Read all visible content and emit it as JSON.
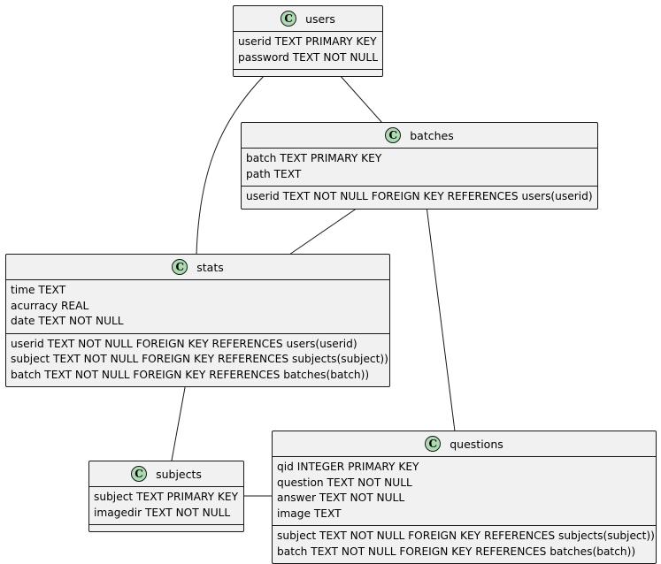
{
  "diagram": {
    "classes": {
      "users": {
        "name": "users",
        "badge": "C",
        "fields": [
          "userid TEXT PRIMARY KEY",
          "password TEXT NOT NULL"
        ],
        "foreign_keys": []
      },
      "batches": {
        "name": "batches",
        "badge": "C",
        "fields": [
          "batch TEXT PRIMARY KEY",
          "path TEXT"
        ],
        "foreign_keys": [
          "userid TEXT NOT NULL FOREIGN KEY REFERENCES users(userid)"
        ]
      },
      "stats": {
        "name": "stats",
        "badge": "C",
        "fields": [
          "time TEXT",
          "acurracy REAL",
          "date TEXT NOT NULL"
        ],
        "foreign_keys": [
          "userid TEXT NOT NULL FOREIGN KEY REFERENCES users(userid)",
          "subject TEXT NOT NULL FOREIGN KEY REFERENCES subjects(subject))",
          "batch TEXT NOT NULL FOREIGN KEY REFERENCES batches(batch))"
        ]
      },
      "subjects": {
        "name": "subjects",
        "badge": "C",
        "fields": [
          "subject TEXT PRIMARY KEY",
          "imagedir TEXT NOT NULL"
        ],
        "foreign_keys": []
      },
      "questions": {
        "name": "questions",
        "badge": "C",
        "fields": [
          "qid INTEGER PRIMARY KEY",
          "question TEXT NOT NULL",
          "answer TEXT NOT NULL",
          "image TEXT"
        ],
        "foreign_keys": [
          "subject TEXT NOT NULL FOREIGN KEY REFERENCES subjects(subject))",
          "batch TEXT NOT NULL FOREIGN KEY REFERENCES batches(batch))"
        ]
      }
    },
    "associations": [
      {
        "from": "users",
        "to": "batches"
      },
      {
        "from": "users",
        "to": "stats"
      },
      {
        "from": "batches",
        "to": "stats"
      },
      {
        "from": "batches",
        "to": "questions"
      },
      {
        "from": "stats",
        "to": "subjects"
      },
      {
        "from": "subjects",
        "to": "questions"
      }
    ],
    "colors": {
      "class_fill": "#f1f1f1",
      "class_border": "#181818",
      "badge_fill": "#addab1",
      "line": "#181818"
    }
  }
}
